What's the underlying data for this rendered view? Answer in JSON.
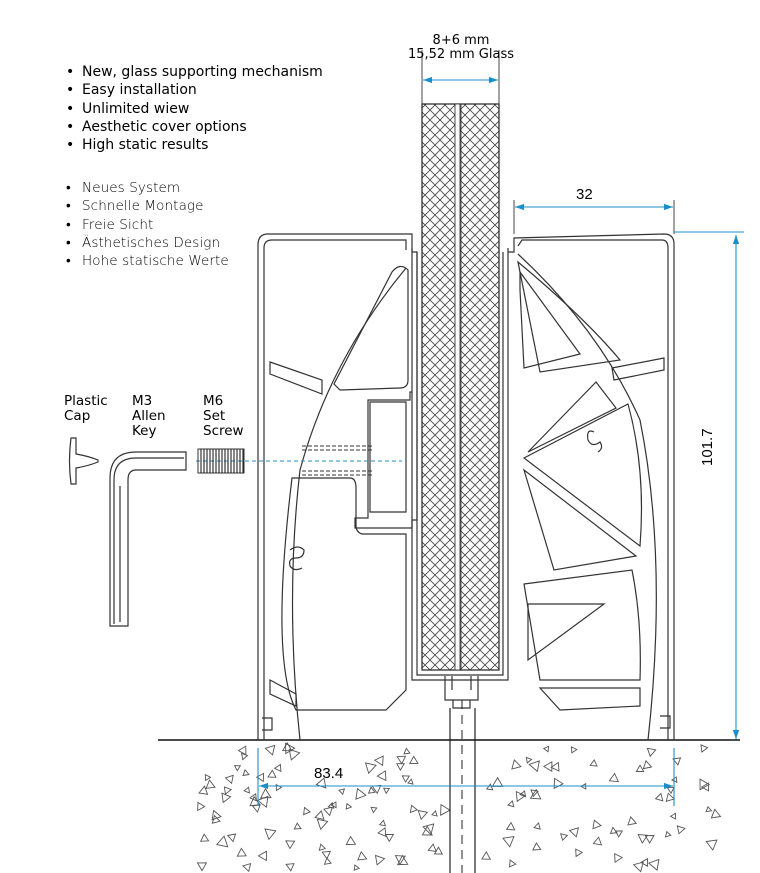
{
  "features_en": [
    "New, glass supporting mechanism",
    "Easy installation",
    "Unlimited wiew",
    "Aesthetic cover options",
    "High static results"
  ],
  "features_de": [
    "Neues System",
    "Schnelle Montage",
    "Freie Sicht",
    "Ästhetisches Design",
    "Hohe statische Werte"
  ],
  "glass": {
    "line1": "8+6 mm",
    "line2": "15,52 mm Glass"
  },
  "parts": {
    "plastic_cap": [
      "Plastic",
      "Cap"
    ],
    "allen_key": [
      "M3",
      "Allen",
      "Key"
    ],
    "set_screw": [
      "M6",
      "Set",
      "Screw"
    ]
  },
  "dimensions": {
    "top_width": "32",
    "height": "101.7",
    "base_width": "83.4"
  },
  "colors": {
    "dimension_line": "#1b8fc9",
    "outline": "#333333"
  }
}
